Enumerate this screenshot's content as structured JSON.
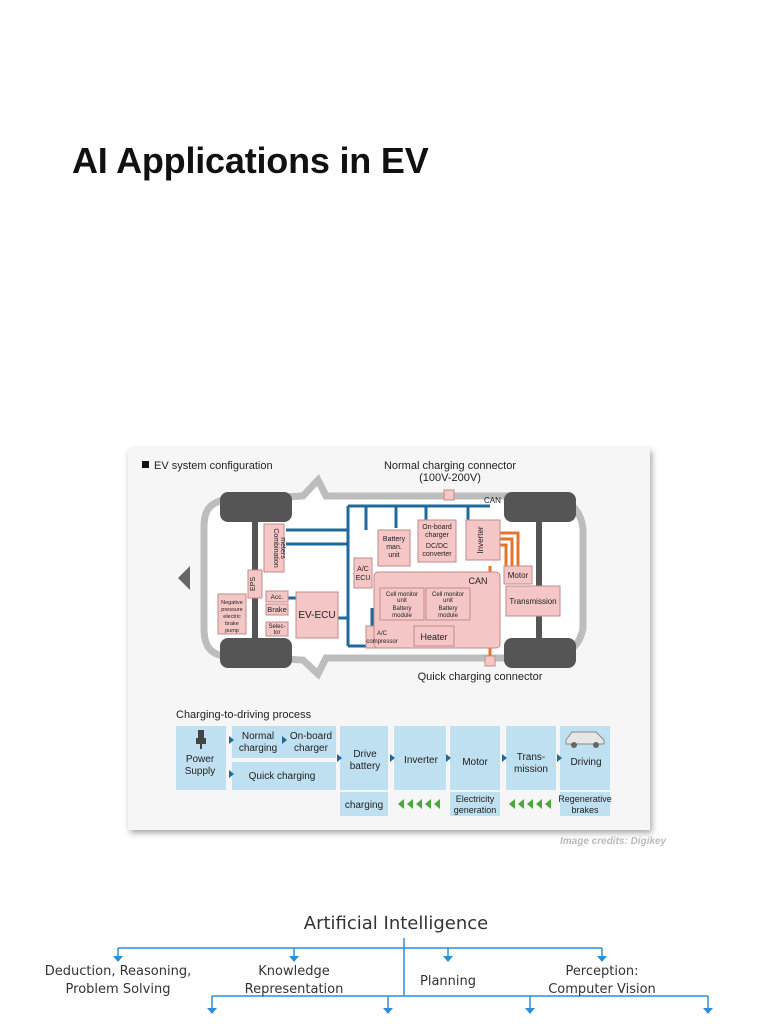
{
  "slide": {
    "title": "AI Applications in EV",
    "image_credit": "Image credits: Digikey"
  },
  "ev_config": {
    "heading": "EV system configuration",
    "normal_connector": [
      "Normal charging connector",
      "(100V-200V)"
    ],
    "quick_connector": "Quick charging connector",
    "components": {
      "can_top": "CAN",
      "can_mid": "CAN",
      "eps": "EPS",
      "combination_meters": [
        "Combination",
        "meters"
      ],
      "acc": "Acc.",
      "brake": "Brake",
      "selector": [
        "Selec-",
        "tor"
      ],
      "ev_ecu": "EV-ECU",
      "brake_pump": [
        "Negative",
        "pressure",
        "electric",
        "brake",
        "pump"
      ],
      "ac_ecu": [
        "A/C",
        "ECU"
      ],
      "ac_compressor": [
        "A/C",
        "compressor"
      ],
      "battery_mgmt": [
        "Battery",
        "man.",
        "unit"
      ],
      "onboard_charger": [
        "On-board",
        "charger"
      ],
      "dcdc": [
        "DC/DC",
        "converter"
      ],
      "inverter": "Inverter",
      "motor": "Motor",
      "transmission": "Transmission",
      "cell_monitor": [
        "Cell monitor",
        "unit"
      ],
      "battery_module": [
        "Battery",
        "module"
      ],
      "heater": "Heater"
    },
    "colors": {
      "bus_blue": "#1e6a9c",
      "power_orange": "#e8742b",
      "component_pink": "#f4c6c6",
      "flow_box": "#bfe0f0",
      "green_arrow": "#4aa83a"
    }
  },
  "process": {
    "heading": "Charging-to-driving process",
    "power_supply": [
      "Power",
      "Supply"
    ],
    "normal_charging": [
      "Normal",
      "charging"
    ],
    "onboard_charger": [
      "On-board",
      "charger"
    ],
    "quick_charging": "Quick charging",
    "drive_battery": [
      "Drive",
      "battery"
    ],
    "inverter": "Inverter",
    "motor": "Motor",
    "transmission": [
      "Trans-",
      "mission"
    ],
    "driving": "Driving",
    "charging": "charging",
    "electricity_generation": [
      "Electricity",
      "generation"
    ],
    "regenerative_brakes": [
      "Regenerative",
      "brakes"
    ]
  },
  "ai_diagram": {
    "root": "Artificial Intelligence",
    "branches": [
      [
        "Deduction, Reasoning,",
        "Problem Solving"
      ],
      [
        "Knowledge",
        "Representation"
      ],
      [
        "Planning"
      ],
      [
        "Perception:",
        "Computer Vision"
      ]
    ],
    "line_color": "#2c8fd6"
  }
}
